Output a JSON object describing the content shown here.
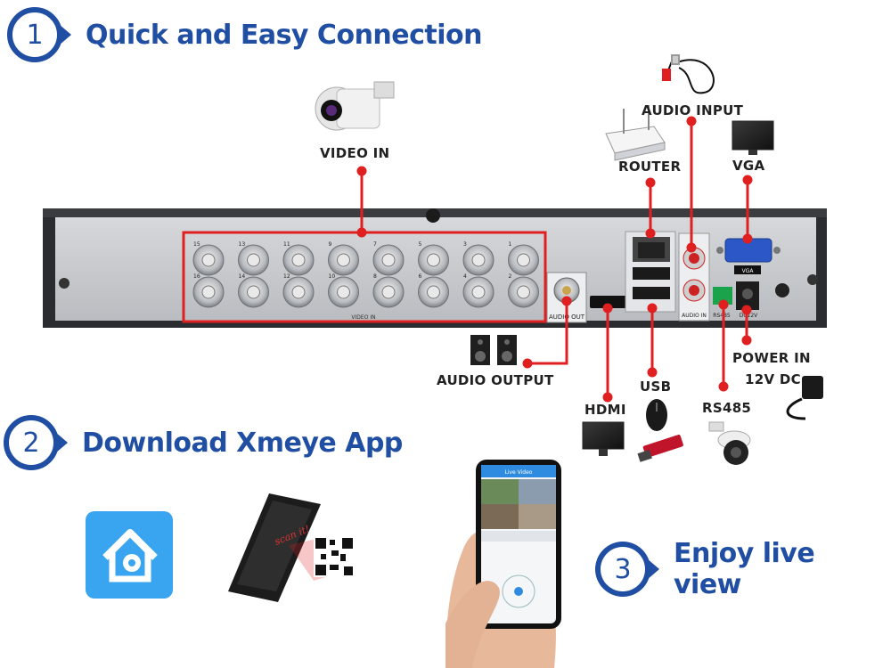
{
  "steps": [
    {
      "number": "1",
      "title": "Quick and Easy Connection"
    },
    {
      "number": "2",
      "title": "Download Xmeye App"
    },
    {
      "number": "3",
      "title": "Enjoy live view"
    }
  ],
  "labels": {
    "video_in": "VIDEO IN",
    "audio_input": "AUDIO INPUT",
    "router": "ROUTER",
    "vga": "VGA",
    "audio_output": "AUDIO OUTPUT",
    "hdmi": "HDMI",
    "usb": "USB",
    "rs485": "RS485",
    "power_in_line1": "POWER IN",
    "power_in_line2": "12V DC"
  },
  "panel_text": {
    "video_in": "VIDEO IN",
    "audio_out": "AUDIO OUT",
    "audio_in": "AUDIO IN",
    "vga": "VGA",
    "rs485": "RS485",
    "dc12v": "DC12V",
    "channel_numbers_top": [
      "15",
      "13",
      "11",
      "9",
      "7",
      "5",
      "3",
      "1"
    ],
    "channel_numbers_bottom": [
      "16",
      "14",
      "12",
      "10",
      "8",
      "6",
      "4",
      "2"
    ]
  },
  "phone_text": {
    "app_header": "Live Video"
  },
  "tablet_text": {
    "scan": "scan it!"
  },
  "colors": {
    "brand_blue": "#1f4ea3",
    "callout_red": "#e02020",
    "dvr_panel": "#c9ccd0"
  },
  "icons": [
    "bullet-camera-icon",
    "router-icon",
    "microphone-cable-icon",
    "monitor-icon",
    "speaker-icon",
    "mouse-icon",
    "usb-drive-icon",
    "ptz-camera-icon",
    "power-adapter-icon",
    "xmeye-app-icon",
    "tablet-qr-icon",
    "smartphone-icon"
  ]
}
